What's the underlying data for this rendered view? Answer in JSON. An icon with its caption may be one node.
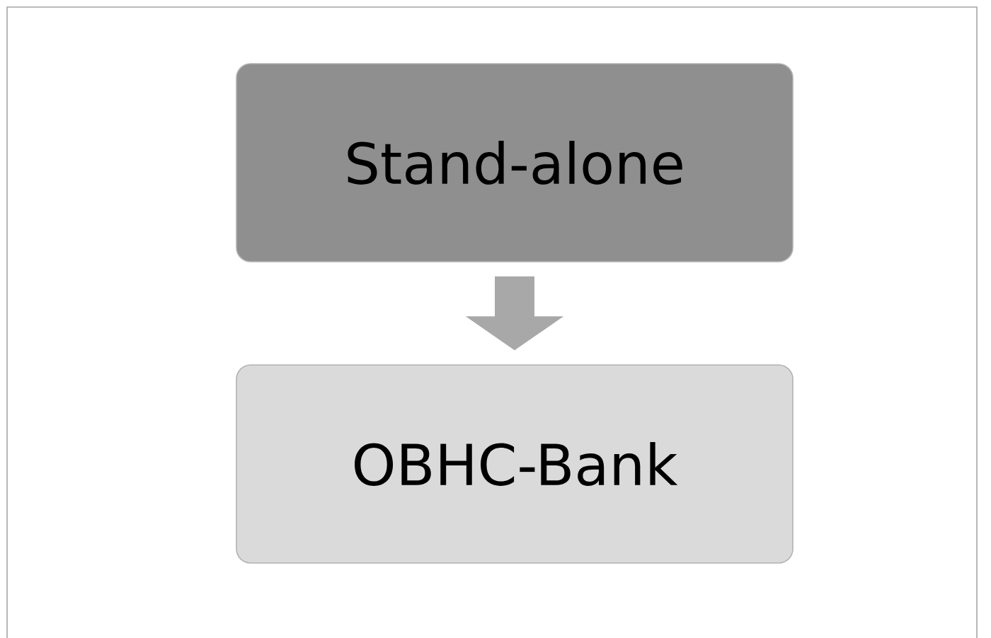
{
  "diagram": {
    "nodes": [
      {
        "text": [
          "Stand-alone"
        ]
      },
      {
        "text": [
          "OBHC-Bank"
        ]
      }
    ],
    "edges": [
      {
        "from": 0,
        "to": 1,
        "arrow": "to"
      }
    ]
  }
}
